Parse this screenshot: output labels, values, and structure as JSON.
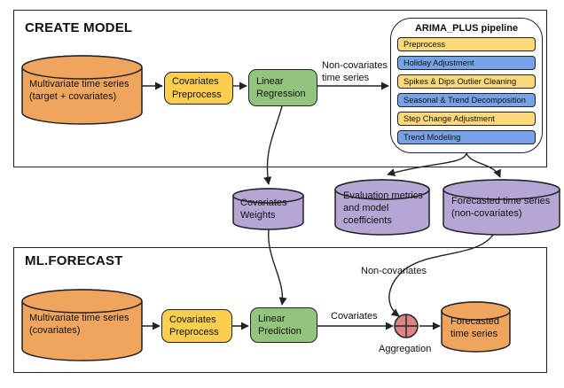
{
  "colors": {
    "orange": "#F0A55E",
    "node_yellow": "#FBCE4F",
    "pipeline_yellow": "#FBD878",
    "pipeline_blue": "#76A2E8",
    "green": "#93C47D",
    "purple": "#B5A6D5",
    "aggregation_red": "#DB8585",
    "stroke": "#222222"
  },
  "create_model": {
    "title": "CREATE MODEL",
    "source_db_label": "Multivariate time series\n(target + covariates)",
    "preprocess_label": "Covariates\nPreprocess",
    "regression_label": "Linear\nRegression",
    "edge_label": "Non-covariates\ntime series",
    "pipeline": {
      "title": "ARIMA_PLUS pipeline",
      "steps": [
        {
          "label": "Preprocess",
          "color": "yellow"
        },
        {
          "label": "Holiday Adjustment",
          "color": "blue"
        },
        {
          "label": "Spikes & Dips Outlier Cleaning",
          "color": "yellow"
        },
        {
          "label": "Seasonal & Trend Decomposition",
          "color": "blue"
        },
        {
          "label": "Step Change Adjustment",
          "color": "yellow"
        },
        {
          "label": "Trend Modeling",
          "color": "blue"
        }
      ]
    }
  },
  "artifacts": {
    "weights_label": "Covariates\nWeights",
    "eval_label": "Evaluation metrics\nand model\ncoefficients",
    "forecast_noncov_label": "Forecasted time series\n(non-covariates)"
  },
  "ml_forecast": {
    "title": "ML.FORECAST",
    "source_db_label": "Multivariate time series\n(covariates)",
    "preprocess_label": "Covariates\nPreprocess",
    "prediction_label": "Linear\nPrediction",
    "covariates_label": "Covariates",
    "non_covariates_label": "Non-covariates",
    "aggregation_label": "Aggregation",
    "forecast_db_label": "Forecasted\ntime series"
  }
}
